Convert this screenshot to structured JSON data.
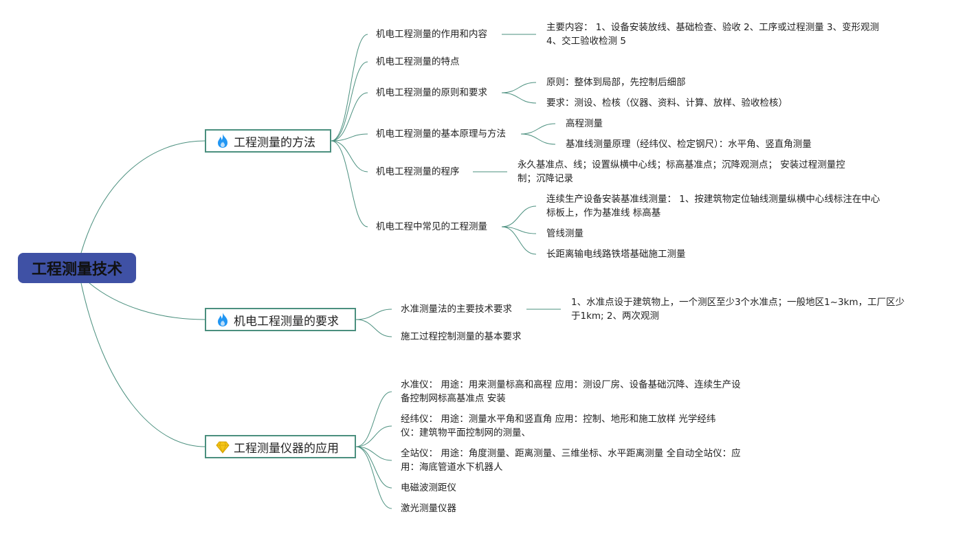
{
  "root": "工程测量技术",
  "colors": {
    "root_fill": "#3f51a5",
    "branch_border": "#4a8f7e",
    "link": "#4a8f7e",
    "fire_icon": "#2196f3",
    "gem_icon": "#f5c518"
  },
  "branches": [
    {
      "label": "工程测量的方法",
      "icon": "fire-icon",
      "children": [
        {
          "label": "机电工程测量的作用和内容",
          "details": [
            "主要内容： 1、设备安装放线、基础检查、验收 2、工序或过程测量 3、变形观测 4、交工验收检测 5"
          ]
        },
        {
          "label": "机电工程测量的特点",
          "details": []
        },
        {
          "label": "机电工程测量的原则和要求",
          "details": [
            "原则：整体到局部，先控制后细部",
            "要求：测设、检核（仪器、资料、计算、放样、验收检核）"
          ]
        },
        {
          "label": "机电工程测量的基本原理与方法",
          "details": [
            "高程测量",
            "基准线测量原理（经纬仪、检定钢尺）：水平角、竖直角测量"
          ]
        },
        {
          "label": "机电工程测量的程序",
          "details": [
            "永久基准点、线；设置纵横中心线；标高基准点；沉降观测点； 安装过程测量控制；沉降记录"
          ]
        },
        {
          "label": "机电工程中常见的工程测量",
          "details": [
            "连续生产设备安装基准线测量： 1、按建筑物定位轴线测量纵横中心线标注在中心标板上，作为基准线 标高基",
            "管线测量",
            "长距离输电线路铁塔基础施工测量"
          ]
        }
      ]
    },
    {
      "label": "机电工程测量的要求",
      "icon": "fire-icon",
      "children": [
        {
          "label": "水准测量法的主要技术要求",
          "details": [
            "1、水准点设于建筑物上，一个测区至少3个水准点；一般地区1~3km，工厂区少于1km; 2、两次观测"
          ]
        },
        {
          "label": "施工过程控制测量的基本要求",
          "details": []
        }
      ]
    },
    {
      "label": "工程测量仪器的应用",
      "icon": "gem-icon",
      "children": [
        {
          "label": "水准仪： 用途：用来测量标高和高程 应用：测设厂房、设备基础沉降、连续生产设备控制网标高基准点 安装",
          "details": []
        },
        {
          "label": "经纬仪： 用途：测量水平角和竖直角 应用：控制、地形和施工放样 光学经纬仪：建筑物平面控制网的测量、",
          "details": []
        },
        {
          "label": "全站仪： 用途：角度测量、距离测量、三维坐标、水平距离测量 全自动全站仪：应用：海底管道水下机器人",
          "details": []
        },
        {
          "label": "电磁波测距仪",
          "details": []
        },
        {
          "label": "激光测量仪器",
          "details": []
        }
      ]
    }
  ]
}
